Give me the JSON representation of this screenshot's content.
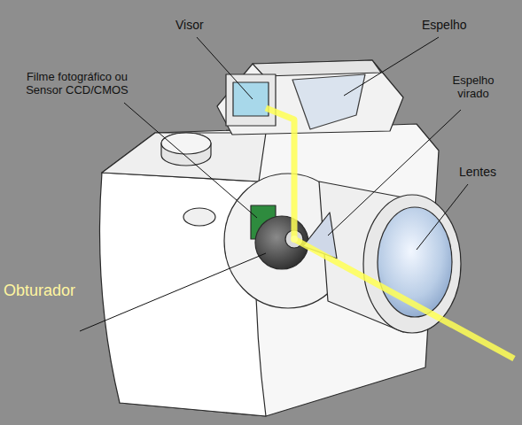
{
  "diagram": {
    "labels": [
      "Visor",
      "Espelho",
      "Filme fotográfico ou Sensor CCD/CMOS",
      "Espelho virado",
      "Lentes",
      "Obturador"
    ]
  }
}
